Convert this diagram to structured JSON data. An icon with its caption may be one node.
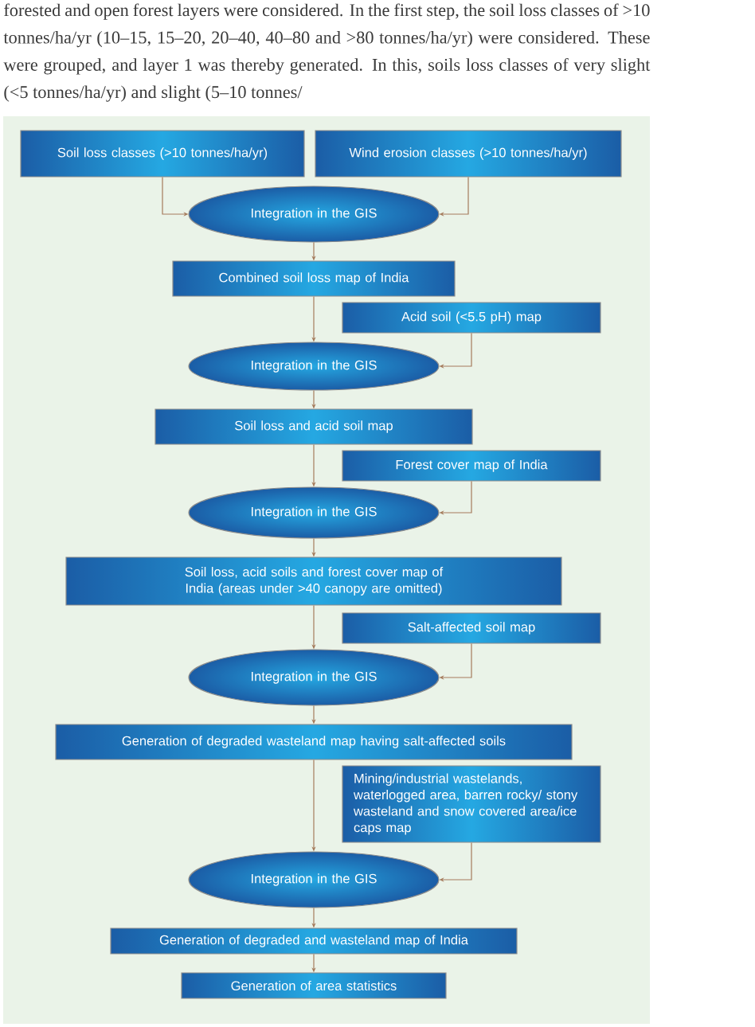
{
  "diagram": {
    "nodes": [
      {
        "text": [
          "Soil loss classes (>10 tonnes/ha/yr)"
        ]
      },
      {
        "text": [
          "Wind erosion classes (>10 tonnes/ha/yr)"
        ]
      },
      {
        "text": [
          "Integration in the GIS"
        ]
      },
      {
        "text": [
          "Combined soil loss map of India"
        ]
      },
      {
        "text": [
          "Acid soil (<5.5 pH) map"
        ]
      },
      {
        "text": [
          "Integration in the GIS"
        ]
      },
      {
        "text": [
          "Soil loss and acid soil map"
        ]
      },
      {
        "text": [
          "Forest cover map of India"
        ]
      },
      {
        "text": [
          "Integration in the GIS"
        ]
      },
      {
        "text": [
          "Soil loss, acid soils and forest cover map of India (areas under >40 canopy are omitted)"
        ]
      },
      {
        "text": [
          "Salt-affected soil map"
        ]
      },
      {
        "text": [
          "Integration in the GIS"
        ]
      },
      {
        "text": [
          "Generation of degraded wasteland map having salt-affected soils"
        ]
      },
      {
        "text": [
          "Mining/industrial wastelands, waterlogged area, barren rocky/ stony wasteland and snow covered area/ice caps map"
        ]
      },
      {
        "text": [
          "Integration in the GIS"
        ]
      },
      {
        "text": [
          "Generation of degraded and wasteland map of India"
        ]
      },
      {
        "text": [
          "Generation of area statistics"
        ]
      }
    ],
    "edges": [
      {
        "from": 0,
        "to": 2,
        "arrow": "to"
      },
      {
        "from": 1,
        "to": 2,
        "arrow": "to"
      },
      {
        "from": 2,
        "to": 3,
        "arrow": "to"
      },
      {
        "from": 3,
        "to": 5,
        "arrow": "to"
      },
      {
        "from": 4,
        "to": 5,
        "arrow": "to"
      },
      {
        "from": 5,
        "to": 6,
        "arrow": "to"
      },
      {
        "from": 6,
        "to": 8,
        "arrow": "to"
      },
      {
        "from": 7,
        "to": 8,
        "arrow": "to"
      },
      {
        "from": 8,
        "to": 9,
        "arrow": "to"
      },
      {
        "from": 9,
        "to": 11,
        "arrow": "to"
      },
      {
        "from": 10,
        "to": 11,
        "arrow": "to"
      },
      {
        "from": 11,
        "to": 12,
        "arrow": "to"
      },
      {
        "from": 12,
        "to": 14,
        "arrow": "to"
      },
      {
        "from": 13,
        "to": 14,
        "arrow": "to"
      },
      {
        "from": 14,
        "to": 15,
        "arrow": "to"
      },
      {
        "from": 15,
        "to": 16,
        "arrow": "to"
      }
    ],
    "labels": [
      "forested and open forest layers were considered. In the first step, the soil loss classes of >10 tonnes/ha/yr (10–15, 15–20, 20–40, 40–80 and >80 tonnes/ha/yr) were considered. These were grouped, and layer 1 was thereby generated. In this, soils loss classes of very slight (<5 tonnes/ha/yr) and slight (5–10 tonnes/"
    ]
  }
}
